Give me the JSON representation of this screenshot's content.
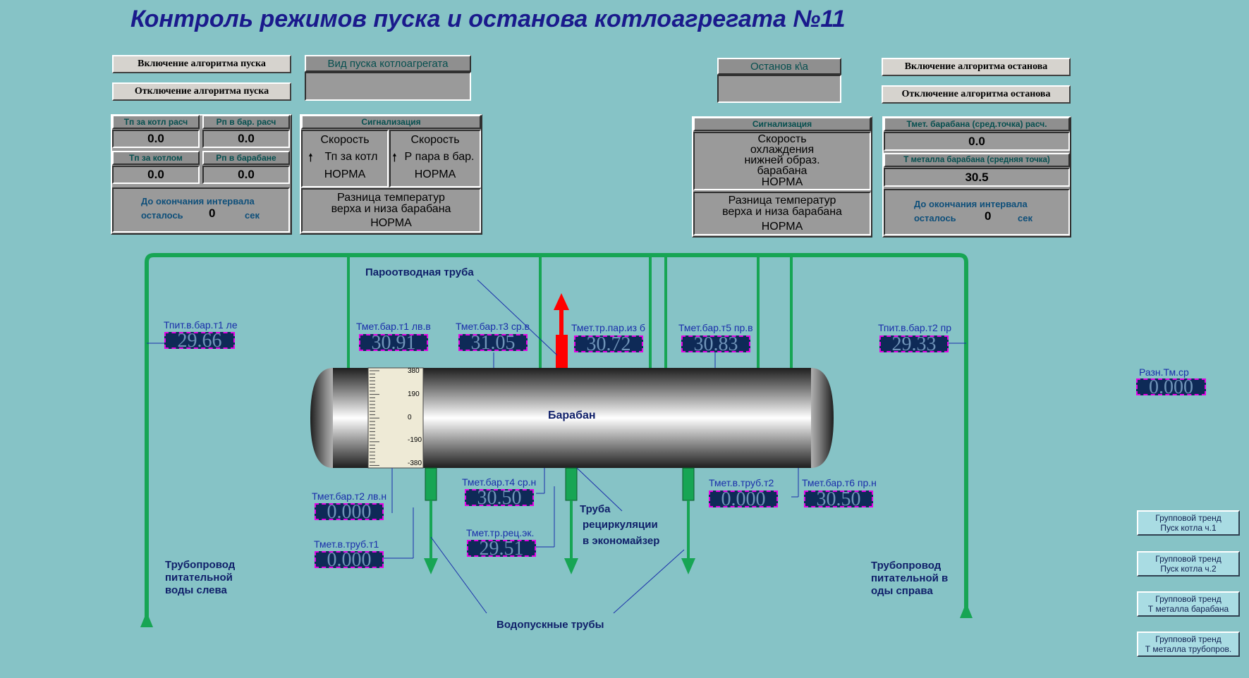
{
  "title": "Контроль режимов пуска и останова котлоагрегата №11",
  "start": {
    "enable_btn": "Включение алгоритма пуска",
    "disable_btn": "Отключение алгоритма пуска",
    "mode_header": "Вид пуска котлоагрегата",
    "mode_value": "",
    "tp_calc_label": "Тп за котл расч",
    "tp_calc_value": "0.0",
    "pp_calc_label": "Рп в бар. расч",
    "pp_calc_value": "0.0",
    "tp_label": "Тп за котлом",
    "tp_value": "0.0",
    "pp_label": "Рп в барабане",
    "pp_value": "0.0",
    "interval_line1": "До окончания интервала",
    "interval_line2": "осталось",
    "interval_value": "0",
    "interval_unit": "сек",
    "sig_header": "Сигнализация",
    "sig1_line1": "Скорость",
    "sig1_line2": "Тп за котл",
    "sig1_status": "НОРМА",
    "sig2_line1": "Скорость",
    "sig2_line2": "Р пара в бар.",
    "sig2_status": "НОРМА",
    "diff_line1": "Разница температур",
    "diff_line2": "верха и низа барабана",
    "diff_status": "НОРМА"
  },
  "stop": {
    "header": "Останов к\\а",
    "value": "",
    "enable_btn": "Включение алгоритма останова",
    "disable_btn": "Отключение алгоритма останова",
    "sig_header": "Сигнализация",
    "cool_line1": "Скорость",
    "cool_line2": "охлаждения",
    "cool_line3": "нижней образ.",
    "cool_line4": "барабана",
    "cool_status": "НОРМА",
    "diff_line1": "Разница температур",
    "diff_line2": "верха и низа барабана",
    "diff_status": "НОРМА",
    "tmet_calc_label": "Тмет. барабана (сред.точка) расч.",
    "tmet_calc_value": "0.0",
    "tmet_label": "Т металла барабана (средняя точка)",
    "tmet_value": "30.5",
    "interval_line1": "До окончания интервала",
    "interval_line2": "осталось",
    "interval_value": "0",
    "interval_unit": "сек"
  },
  "diagram": {
    "steam_pipe_label": "Пароотводная труба",
    "drum_label": "Барабан",
    "recirc_line1": "Труба",
    "recirc_line2": "рециркуляции",
    "recirc_line3": "в экономайзер",
    "downcomers_label": "Водопускные трубы",
    "feed_left_line1": "Трубопровод",
    "feed_left_line2": "питательной",
    "feed_left_line3": "воды слева",
    "feed_right_line1": "Трубопровод",
    "feed_right_line2": "питательной в",
    "feed_right_line3": "оды справа",
    "level_ticks": [
      "380",
      "190",
      "0",
      "-190",
      "-380"
    ],
    "sensors": {
      "tpit_t1_label": "Тпит.в.бар.т1 ле",
      "tpit_t1_value": "29.66",
      "tmet_t1_label": "Тмет.бар.т1 лв.в",
      "tmet_t1_value": "30.91",
      "tmet_t3_label": "Тмет.бар.т3 ср.в",
      "tmet_t3_value": "31.05",
      "tmet_pipe_steam_label": "Тмет.тр.пар.из б",
      "tmet_pipe_steam_value": "30.72",
      "tmet_t5_label": "Тмет.бар.т5 пр.в",
      "tmet_t5_value": "30.83",
      "tpit_t2_label": "Тпит.в.бар.т2 пр",
      "tpit_t2_value": "29.33",
      "razn_label": "Разн.Тм.ср",
      "razn_value": "0.000",
      "tmet_t2_label": "Тмет.бар.т2 лв.н",
      "tmet_t2_value": "0.000",
      "tmet_pipe_t1_label": "Тмет.в.труб.т1",
      "tmet_pipe_t1_value": "0.000",
      "tmet_t4_label": "Тмет.бар.т4 ср.н",
      "tmet_t4_value": "30.50",
      "tmet_pipe_recirc_label": "Тмет.тр.рец.эк.",
      "tmet_pipe_recirc_value": "29.51",
      "tmet_pipe_t2_label": "Тмет.в.труб.т2",
      "tmet_pipe_t2_value": "0.000",
      "tmet_t6_label": "Тмет.бар.т6 пр.н",
      "tmet_t6_value": "30.50"
    }
  },
  "trends": [
    {
      "line1": "Групповой тренд",
      "line2": "Пуск котла ч.1"
    },
    {
      "line1": "Групповой тренд",
      "line2": "Пуск котла ч.2"
    },
    {
      "line1": "Групповой тренд",
      "line2": "Т металла барабана"
    },
    {
      "line1": "Групповой тренд",
      "line2": "Т металла трубопров."
    }
  ],
  "colors": {
    "background": "#86C3C6",
    "pipe": "#17A554",
    "steam_arrow": "#FF0000",
    "value_bg": "#0E2A57",
    "value_border": "#E600E6"
  }
}
